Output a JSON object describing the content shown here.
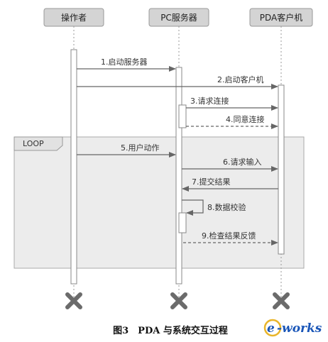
{
  "participants": [
    {
      "id": "operator",
      "label": "操作者"
    },
    {
      "id": "pc",
      "label": "PC服务器"
    },
    {
      "id": "pda",
      "label": "PDA客户机"
    }
  ],
  "loop_label": "LOOP",
  "messages": [
    {
      "label": "1.启动服务器",
      "from": "operator",
      "to": "pc",
      "style": "solid"
    },
    {
      "label": "2.启动客户机",
      "from": "operator",
      "to": "pda",
      "style": "solid"
    },
    {
      "label": "3.请求连接",
      "from": "pc",
      "to": "pda",
      "style": "solid"
    },
    {
      "label": "4.同意连接",
      "from": "pc",
      "to": "pda",
      "style": "dashed"
    },
    {
      "label": "5.用户动作",
      "from": "operator",
      "to": "pc",
      "style": "solid"
    },
    {
      "label": "6.请求输入",
      "from": "pc",
      "to": "pda",
      "style": "solid"
    },
    {
      "label": "7.提交结果",
      "from": "pda",
      "to": "pc",
      "style": "solid"
    },
    {
      "label": "8.数据校验",
      "from": "pc",
      "to": "pc",
      "style": "solid"
    },
    {
      "label": "9.检查结果反馈",
      "from": "pc",
      "to": "pda",
      "style": "dashed"
    }
  ],
  "caption": "图3　PDA 与系统交互过程",
  "watermark": {
    "prefix": "e",
    "text": "-works"
  },
  "colors": {
    "line": "#666666",
    "header_bg": "#d4d4d4",
    "loop_bg": "#ececec",
    "destroy": "#6b6b6b",
    "watermark": "#1a56b8"
  }
}
